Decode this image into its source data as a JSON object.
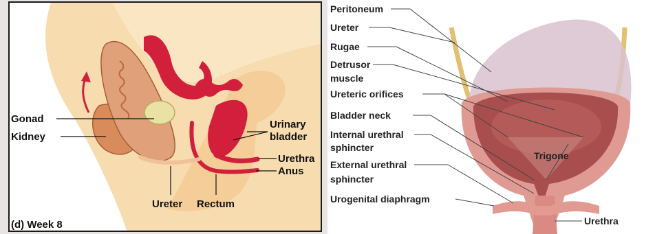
{
  "left_panel": {
    "caption": "(d) Week 8",
    "labels": {
      "gonad": "Gonad",
      "kidney": "Kidney",
      "urinary_bladder_1": "Urinary",
      "urinary_bladder_2": "bladder",
      "urethra": "Urethra",
      "anus": "Anus",
      "ureter": "Ureter",
      "rectum": "Rectum"
    }
  },
  "right_panel": {
    "labels": {
      "peritoneum": "Peritoneum",
      "ureter": "Ureter",
      "rugae": "Rugae",
      "detrusor_1": "Detrusor",
      "detrusor_2": "muscle",
      "ureteric_orifices": "Ureteric orifices",
      "bladder_neck": "Bladder neck",
      "internal_sphincter_1": "Internal urethral",
      "internal_sphincter_2": "sphincter",
      "external_sphincter_1": "External urethral",
      "external_sphincter_2": "sphincter",
      "urogenital_diaphragm": "Urogenital diaphragm",
      "trigone": "Trigone",
      "urethra": "Urethra"
    }
  },
  "colors": {
    "embryo_skin": "#f6d7a5",
    "organ_red": "#d21f3c",
    "kidney_tan": "#d99a6c",
    "gonad_yellow": "#e9e2a4",
    "bladder_pink": "#dc8f8a",
    "bladder_inner": "#a94e4e",
    "ureter_yellow": "#e3c070"
  }
}
